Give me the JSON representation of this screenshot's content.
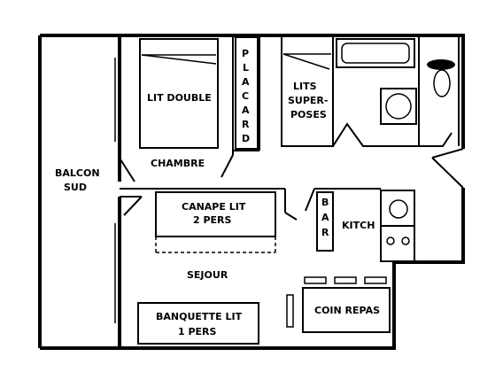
{
  "rooms": {
    "balcon": {
      "line1": "BALCON",
      "line2": "SUD"
    },
    "chambre": "CHAMBRE",
    "lit_double": "LIT DOUBLE",
    "placard": [
      "P",
      "L",
      "A",
      "C",
      "A",
      "R",
      "D"
    ],
    "lits_superposes": {
      "line1": "LITS",
      "line2": "SUPER-",
      "line3": "POSES"
    },
    "canape": {
      "line1": "CANAPE LIT",
      "line2": "2 PERS"
    },
    "bar": [
      "B",
      "A",
      "R"
    ],
    "kitch": "KITCH",
    "sejour": "SEJOUR",
    "banquette": {
      "line1": "BANQUETTE LIT",
      "line2": "1 PERS"
    },
    "coin_repas": "COIN REPAS"
  }
}
